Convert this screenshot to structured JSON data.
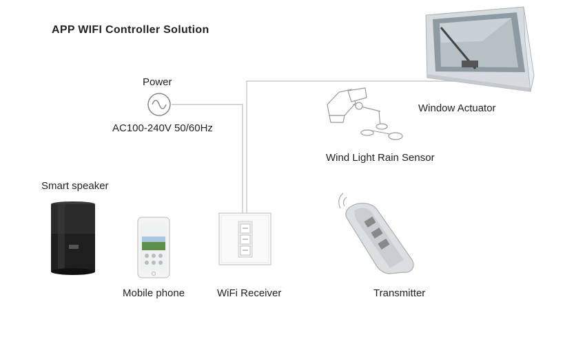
{
  "title": "APP WIFI Controller Solution",
  "labels": {
    "power": "Power",
    "power_spec": "AC100-240V 50/60Hz",
    "window_actuator": "Window Actuator",
    "sensor": "Wind Light Rain Sensor",
    "smart_speaker": "Smart speaker",
    "mobile_phone": "Mobile phone",
    "wifi_receiver": "WiFi Receiver",
    "transmitter": "Transmitter"
  },
  "colors": {
    "line": "#c8c8c8",
    "device_dark": "#2a2a2a",
    "frame": "#b9bfc5",
    "glass": "#9aa7ad"
  }
}
